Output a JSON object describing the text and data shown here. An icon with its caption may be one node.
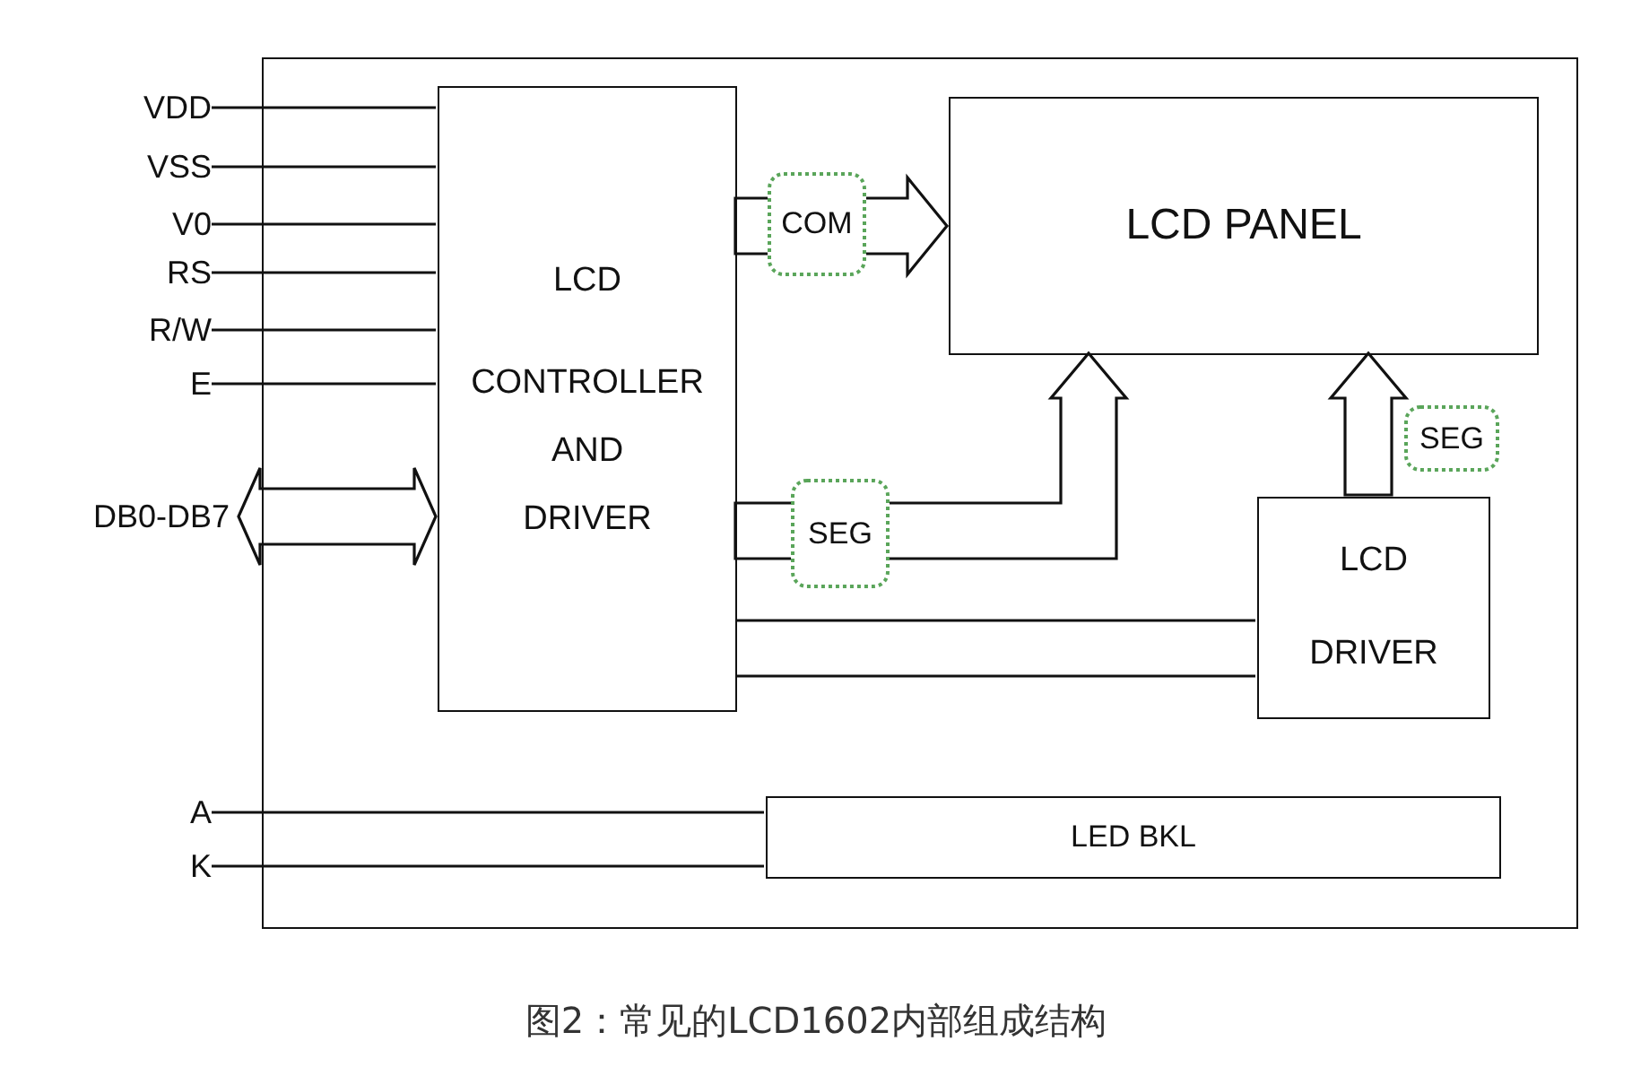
{
  "diagram": {
    "caption": "图2：常见的LCD1602内部组成结构",
    "nodes": [
      {
        "text": [],
        "shape": "box"
      },
      {
        "text": [
          "VDD"
        ]
      },
      {
        "text": [
          "VSS"
        ]
      },
      {
        "text": [
          "V0"
        ]
      },
      {
        "text": [
          "RS"
        ]
      },
      {
        "text": [
          "R/W"
        ]
      },
      {
        "text": [
          "E"
        ]
      },
      {
        "text": [
          "DB0-DB7"
        ]
      },
      {
        "text": [
          "A"
        ]
      },
      {
        "text": [
          "K"
        ]
      },
      {
        "text": [
          "LCD",
          "CONTROLLER AND DRIVER"
        ],
        "in": 0
      },
      {
        "text": [
          "LCD PANEL"
        ],
        "in": 0
      },
      {
        "text": [
          "LCD DRIVER"
        ],
        "in": 0
      },
      {
        "text": [
          "LED BKL"
        ],
        "in": 0
      }
    ],
    "edges": [
      {
        "from": 1,
        "to": 10,
        "arrow": "none"
      },
      {
        "from": 2,
        "to": 10,
        "arrow": "none"
      },
      {
        "from": 3,
        "to": 10,
        "arrow": "none"
      },
      {
        "from": 4,
        "to": 10,
        "arrow": "none"
      },
      {
        "from": 5,
        "to": 10,
        "arrow": "none"
      },
      {
        "from": 6,
        "to": 10,
        "arrow": "none"
      },
      {
        "from": 7,
        "to": 10,
        "arrow": "both",
        "style": "thick"
      },
      {
        "from": 10,
        "to": 11,
        "arrow": "to",
        "style": "thick",
        "label": "COM"
      },
      {
        "from": 10,
        "to": 11,
        "arrow": "to",
        "style": "thick",
        "label": "SEG"
      },
      {
        "from": 12,
        "to": 11,
        "arrow": "to",
        "style": "thick",
        "label": "SEG"
      },
      {
        "from": 10,
        "to": 12,
        "arrow": "none"
      },
      {
        "from": 10,
        "to": 12,
        "arrow": "none"
      },
      {
        "from": 8,
        "to": 13,
        "arrow": "none"
      },
      {
        "from": 9,
        "to": 13,
        "arrow": "none"
      }
    ]
  }
}
